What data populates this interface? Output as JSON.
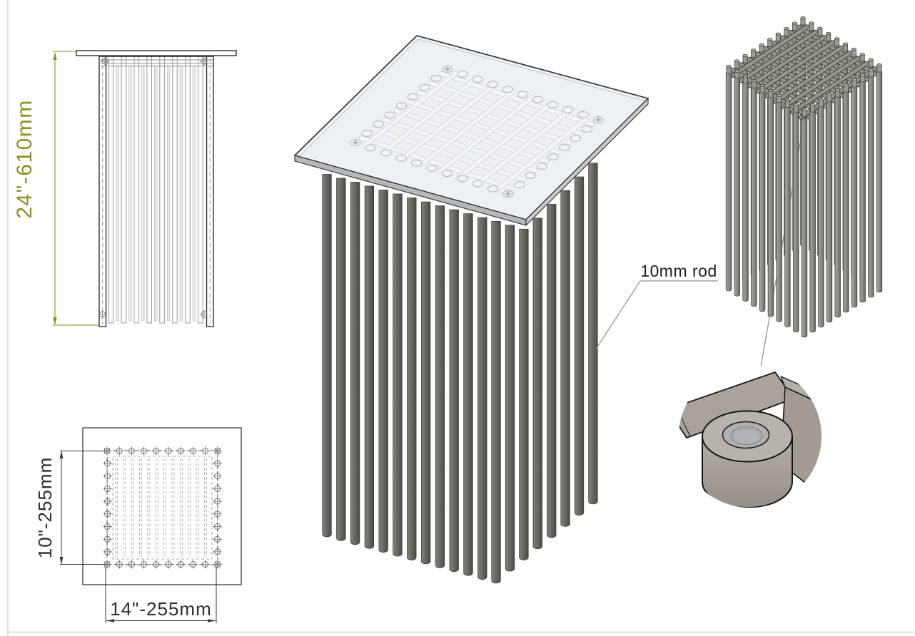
{
  "sheet": {
    "front_view": {
      "height_dim": "24\"-610mm"
    },
    "plan_view": {
      "depth_dim": "10\"-255mm",
      "width_dim": "14\"-255mm"
    },
    "annotations": {
      "rod_label": "10mm rod"
    },
    "colors": {
      "dimension_accent": "#8b8f1f",
      "line_dark": "#2f2f2f",
      "line_gray": "#8f8f8f",
      "glass_fill": "#edf1f5",
      "glass_edge_left": "#b5b8ba",
      "glass_edge_right": "#c7cacc",
      "rod_dark_light": "#83817b",
      "rod_dark_deep": "#4b4944",
      "rod_mid_light": "#a8a8a2",
      "rod_mid_deep": "#68685f",
      "detail_metal": "#a9a39c",
      "detail_bore": "#a9acb1"
    }
  }
}
